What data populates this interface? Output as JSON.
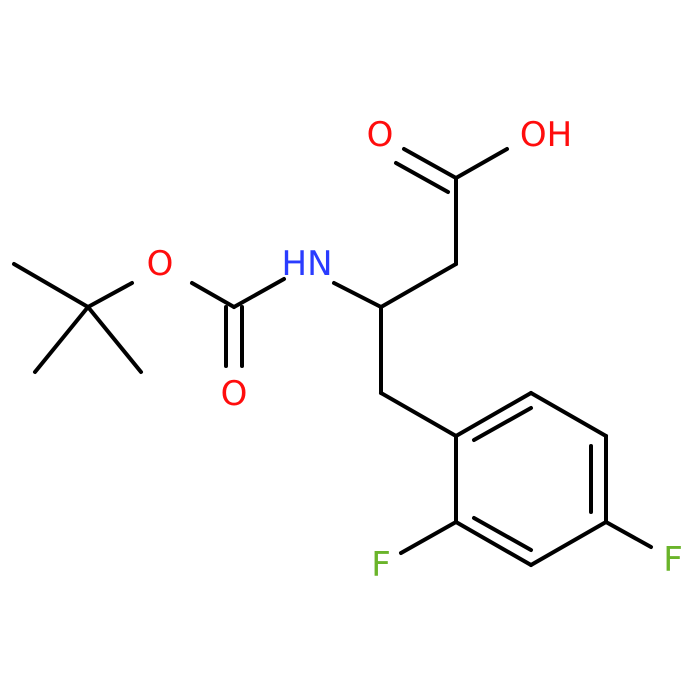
{
  "colors": {
    "bond": "#000000",
    "oxygen": "#ff0d0d",
    "nitrogen": "#2a3cff",
    "fluorine": "#6ab42a"
  },
  "labels": {
    "carbonyl_o_acid": "O",
    "hydroxyl": "OH",
    "amine": "HN",
    "ester_o": "O",
    "carbonyl_o_boc": "O",
    "fluoro_2": "F",
    "fluoro_4": "F"
  }
}
